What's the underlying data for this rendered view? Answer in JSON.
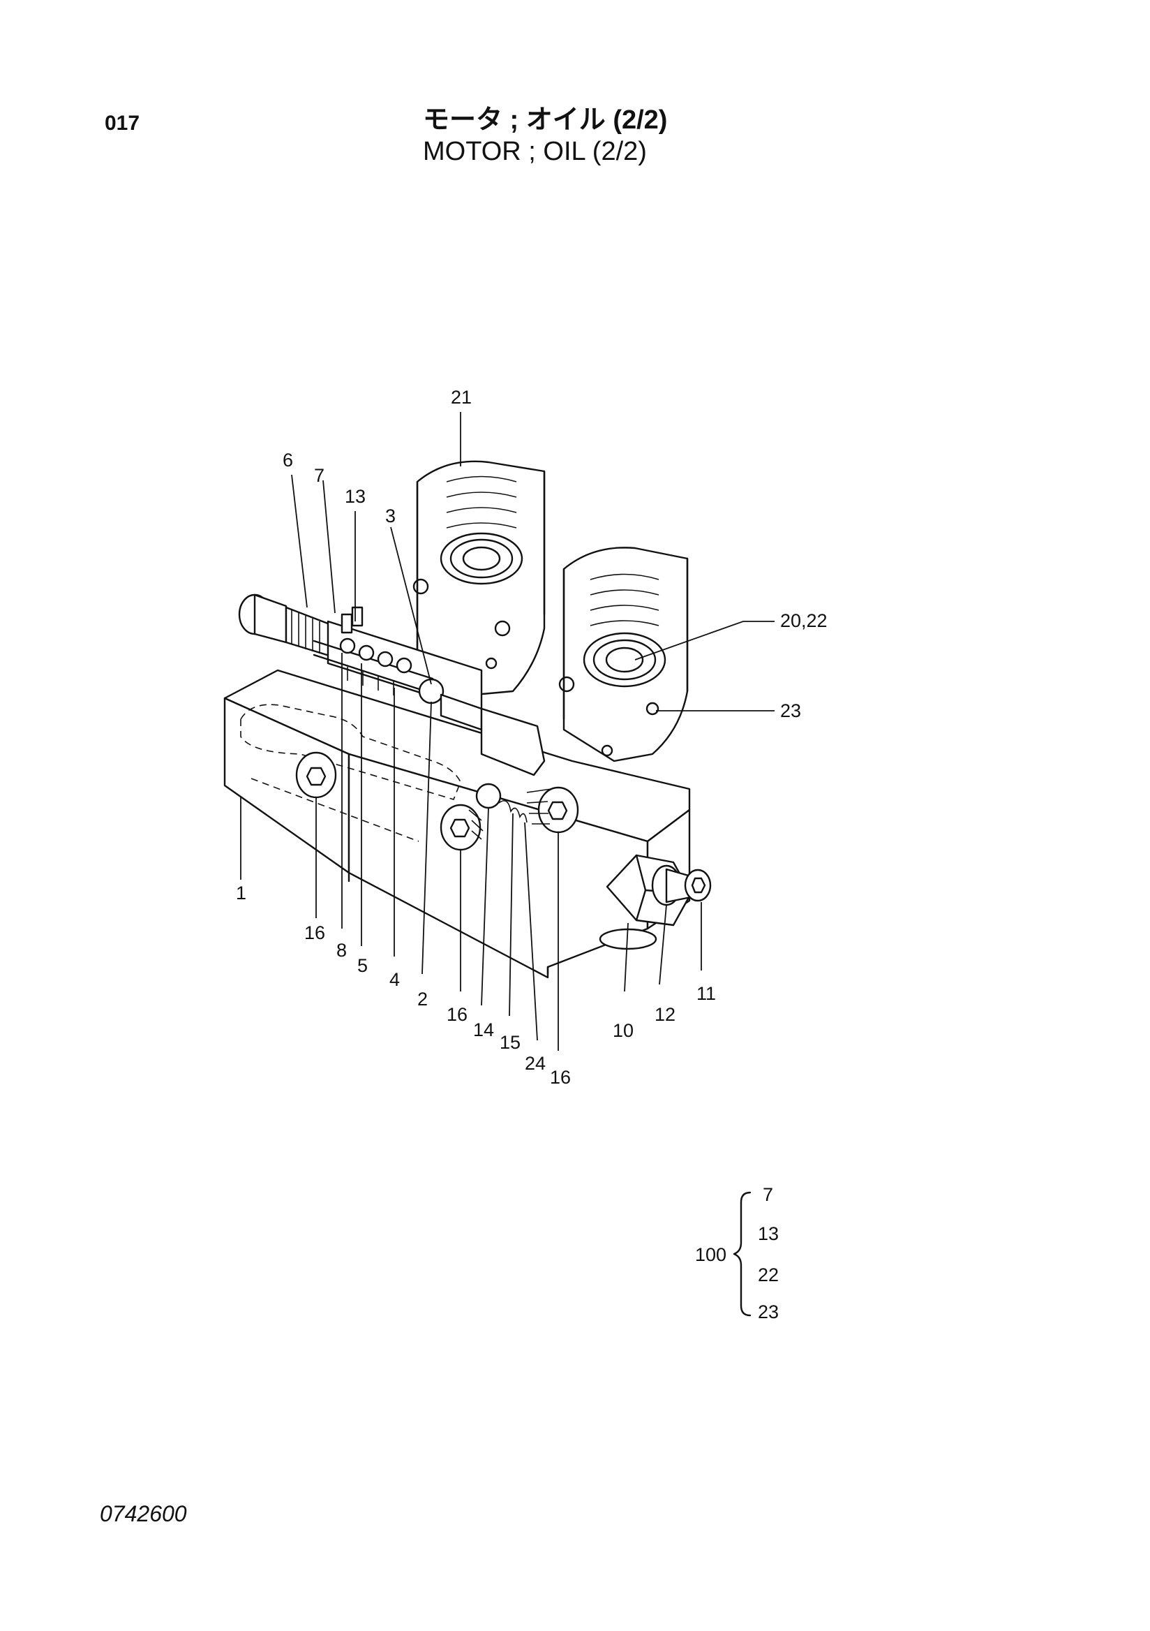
{
  "header": {
    "page_number": "017",
    "title_jp": "モータ ; オイル (2/2)",
    "title_en": "MOTOR ; OIL (2/2)"
  },
  "callouts": {
    "c21": "21",
    "c6": "6",
    "c7": "7",
    "c13": "13",
    "c3": "3",
    "c20_22": "20,22",
    "c23": "23",
    "c1": "1",
    "c16a": "16",
    "c8": "8",
    "c5": "5",
    "c4": "4",
    "c2": "2",
    "c16b": "16",
    "c14": "14",
    "c15": "15",
    "c24": "24",
    "c16c": "16",
    "c10": "10",
    "c12": "12",
    "c11": "11"
  },
  "kit": {
    "number": "100",
    "items": [
      "7",
      "13",
      "22",
      "23"
    ]
  },
  "footer": {
    "doc_code": "0742600"
  }
}
